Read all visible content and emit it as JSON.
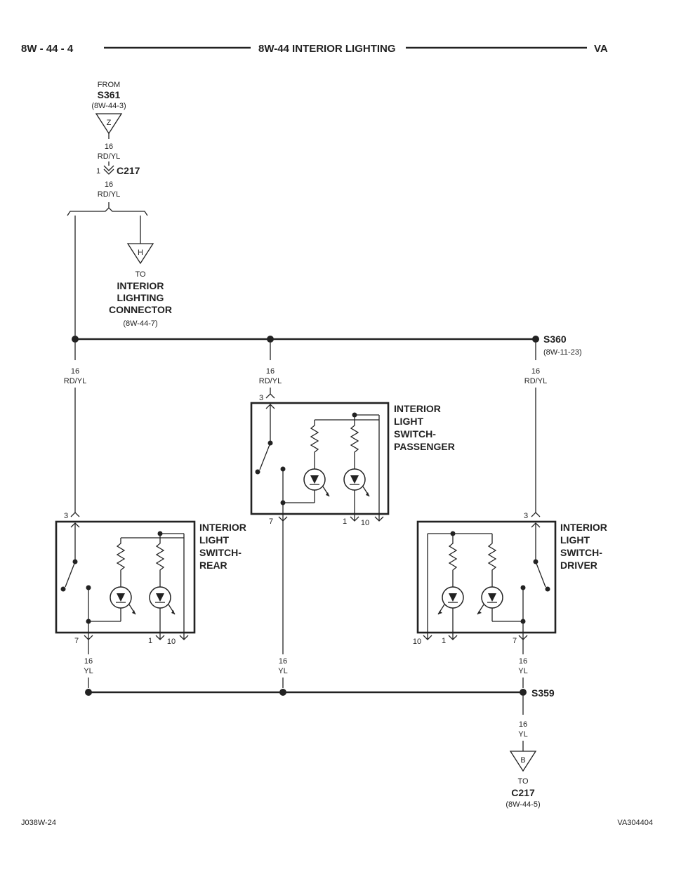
{
  "header": {
    "page_number": "8W - 44 - 4",
    "title": "8W-44 INTERIOR LIGHTING",
    "model": "VA"
  },
  "footer": {
    "left_code": "J038W-24",
    "right_code": "VA304404"
  },
  "top_source": {
    "from_label": "FROM",
    "splice": "S361",
    "ref": "(8W-44-3)",
    "triangle_letter": "Z",
    "wire_gauge_1": "16",
    "wire_color_1": "RD/YL",
    "connector_pin": "1",
    "connector": "C217",
    "wire_gauge_2": "16",
    "wire_color_2": "RD/YL"
  },
  "interior_connector_ref": {
    "triangle_letter": "H",
    "to_label": "TO",
    "name_line1": "INTERIOR",
    "name_line2": "LIGHTING",
    "name_line3": "CONNECTOR",
    "ref": "(8W-44-7)"
  },
  "splice_s360": {
    "name": "S360",
    "ref": "(8W-11-23)"
  },
  "wires_top": [
    {
      "gauge": "16",
      "color": "RD/YL"
    },
    {
      "gauge": "16",
      "color": "RD/YL"
    },
    {
      "gauge": "16",
      "color": "RD/YL"
    }
  ],
  "switches": {
    "passenger": {
      "line1": "INTERIOR",
      "line2": "LIGHT",
      "line3": "SWITCH-",
      "line4": "PASSENGER",
      "pin_in": "3",
      "pin_gnd": "7",
      "pin_a": "1",
      "pin_b": "10"
    },
    "rear": {
      "line1": "INTERIOR",
      "line2": "LIGHT",
      "line3": "SWITCH-",
      "line4": "REAR",
      "pin_in": "3",
      "pin_gnd": "7",
      "pin_a": "1",
      "pin_b": "10"
    },
    "driver": {
      "line1": "INTERIOR",
      "line2": "LIGHT",
      "line3": "SWITCH-",
      "line4": "DRIVER",
      "pin_in": "3",
      "pin_gnd": "7",
      "pin_a": "1",
      "pin_b": "10"
    }
  },
  "wires_bottom": [
    {
      "gauge": "16",
      "color": "YL"
    },
    {
      "gauge": "16",
      "color": "YL"
    },
    {
      "gauge": "16",
      "color": "YL"
    }
  ],
  "splice_s359": {
    "name": "S359"
  },
  "bottom_dest": {
    "wire_gauge": "16",
    "wire_color": "YL",
    "triangle_letter": "B",
    "to_label": "TO",
    "connector": "C217",
    "ref": "(8W-44-5)"
  }
}
